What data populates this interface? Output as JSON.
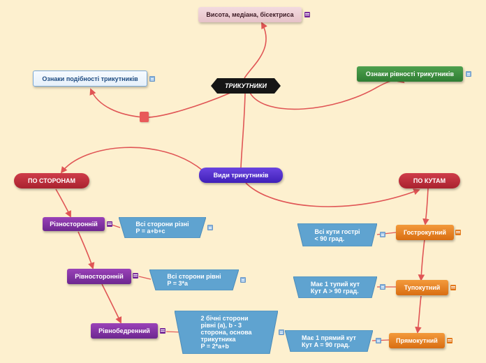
{
  "central": {
    "label": "ТРИКУТНИКИ"
  },
  "top_node": {
    "label": "Висота, медіана, бісектриса"
  },
  "left_top_node": {
    "label": "Ознаки подібності трикутників"
  },
  "right_top_node": {
    "label": "Ознаки рівності трикутників"
  },
  "types_node": {
    "label": "Види трикутників"
  },
  "by_sides": {
    "label": "ПО СТОРОНАМ",
    "items": [
      {
        "label": "Різносторонній",
        "note": "Всі сторони різні\nP = a+b+c"
      },
      {
        "label": "Рівносторонній",
        "note": "Всі сторони рівні\nP = 3*a"
      },
      {
        "label": "Рівнобедренний",
        "note": "2 бічні сторони\nрівні (a), b - 3\nсторона, основа\nтрикутника\nP = 2*a+b"
      }
    ]
  },
  "by_angles": {
    "label": "ПО КУТАМ",
    "items": [
      {
        "label": "Гострокутний",
        "note": "Всі кути гострі\n< 90 град."
      },
      {
        "label": "Тупокутний",
        "note": "Має 1 тупий кут\nКут A > 90 град."
      },
      {
        "label": "Прямокутний",
        "note": "Має 1 прямий кут\nКут A = 90 град."
      }
    ]
  },
  "colors": {
    "link": "#e05555",
    "note_fill": "#5fa3d0",
    "background": "#fdf0cf"
  }
}
